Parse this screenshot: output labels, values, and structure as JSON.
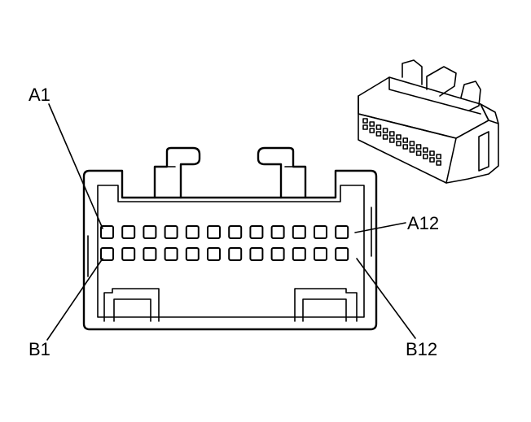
{
  "labels": {
    "a1": "A1",
    "a12": "A12",
    "b1": "B1",
    "b12": "B12"
  },
  "connector": {
    "rows": 2,
    "columns": 12
  },
  "colors": {
    "line": "#000000",
    "background": "#ffffff"
  }
}
